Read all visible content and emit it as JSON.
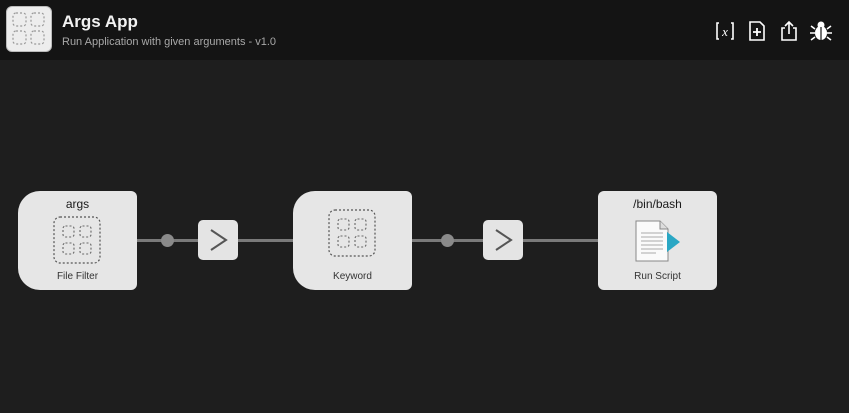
{
  "header": {
    "title": "Args App",
    "subtitle": "Run Application with given arguments - v1.0",
    "icons": [
      "variables-icon",
      "add-icon",
      "share-icon",
      "debug-bug-icon"
    ]
  },
  "nodes": [
    {
      "title": "args",
      "label": "File Filter",
      "icon": "grid-placeholder-icon"
    },
    {
      "title": "",
      "label": "Keyword",
      "icon": "grid-placeholder-icon"
    },
    {
      "title": "/bin/bash",
      "label": "Run Script",
      "icon": "script-document-icon"
    }
  ],
  "colors": {
    "background": "#1e1e1e",
    "header": "#141414",
    "node": "#e6e6e6",
    "connector": "#7a7a7a",
    "script_accent": "#2aa7c4"
  }
}
